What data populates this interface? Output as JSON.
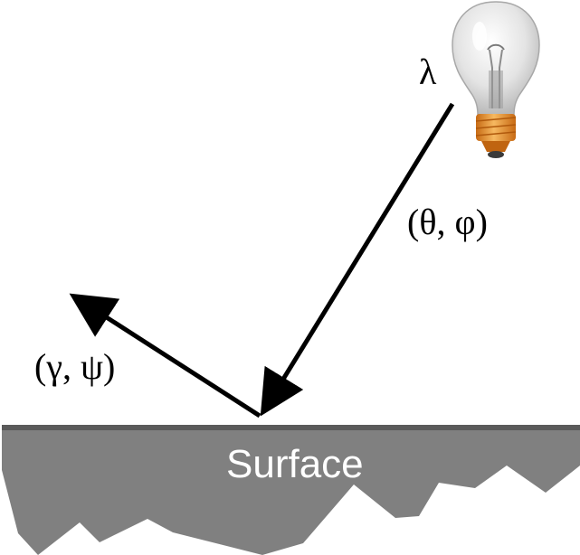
{
  "labels": {
    "wavelength": "λ",
    "incident_angles": "(θ, φ)",
    "reflected_angles": "(γ, ψ)",
    "surface": "Surface"
  },
  "colors": {
    "surface_fill": "#808080",
    "surface_edge": "#5a5a5a",
    "arrow": "#000000",
    "bulb_glass": "#dcdcdc",
    "bulb_base": "#e8902c"
  },
  "icons": {
    "light_source": "light-bulb-icon"
  }
}
